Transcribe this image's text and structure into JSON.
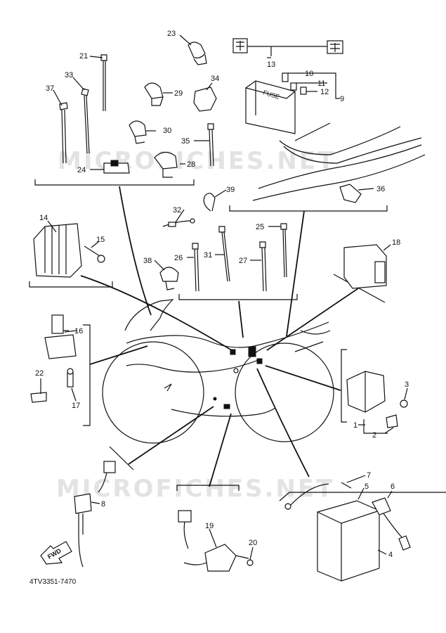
{
  "watermark": {
    "line1": "MICROFICHES.NET",
    "line2": "MICROFICHES.NET"
  },
  "diagram_code": "4TV3351-7470",
  "direction_label": "FWD",
  "fuse_box_label": "FUSE",
  "callouts": {
    "p1": "1",
    "p2": "2",
    "p3": "3",
    "p4": "4",
    "p5": "5",
    "p6": "6",
    "p7": "7",
    "p8": "8",
    "p9": "9",
    "p10": "10",
    "p11": "11",
    "p12": "12",
    "p13": "13",
    "p14": "14",
    "p15": "15",
    "p16": "16",
    "p17": "17",
    "p18": "18",
    "p19": "19",
    "p20": "20",
    "p21": "21",
    "p22": "22",
    "p23": "23",
    "p24": "24",
    "p25": "25",
    "p26": "26",
    "p27": "27",
    "p28": "28",
    "p29": "29",
    "p30": "30",
    "p31": "31",
    "p32": "32",
    "p33": "33",
    "p34": "34",
    "p35": "35",
    "p36": "36",
    "p37": "37",
    "p38": "38",
    "p39": "39"
  },
  "icons": {
    "direction": "fwd-arrow-icon"
  }
}
